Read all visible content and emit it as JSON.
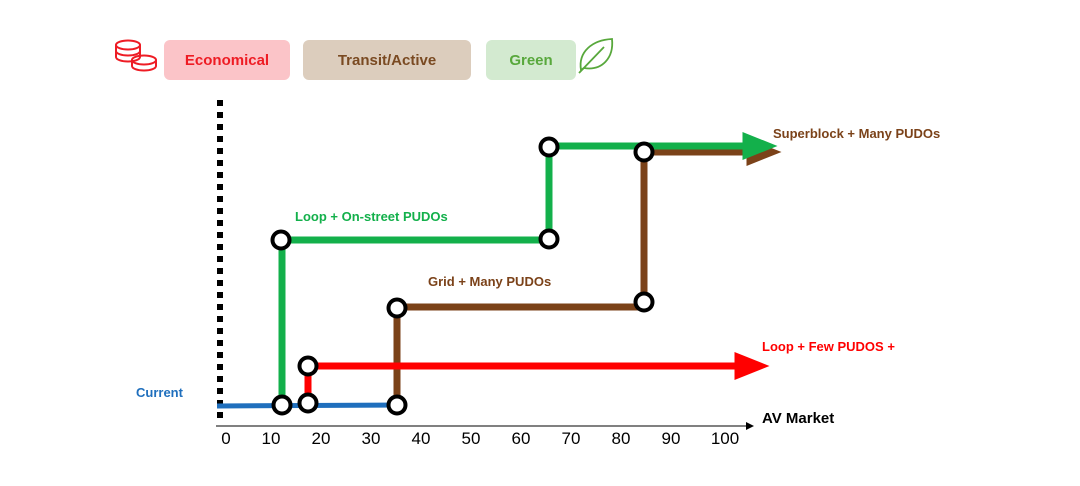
{
  "legend": {
    "economical": "Economical",
    "transit": "Transit/Active",
    "green": "Green"
  },
  "icons": {
    "economical": "coins-icon",
    "green": "leaf-icon"
  },
  "colors": {
    "economical": "#ff0000",
    "transit": "#7b4219",
    "green": "#13b04b",
    "current": "#1f6fbd"
  },
  "labels": {
    "current": "Current",
    "loop_onstreet": "Loop + On-street PUDOs",
    "grid_many": "Grid + Many PUDOs",
    "superblock": "Superblock + Many PUDOs",
    "loop_few": "Loop + Few PUDOS +",
    "x_axis": "AV Market"
  },
  "axis": {
    "ticks": [
      "0",
      "10",
      "20",
      "30",
      "40",
      "50",
      "60",
      "70",
      "80",
      "90",
      "100"
    ]
  }
}
